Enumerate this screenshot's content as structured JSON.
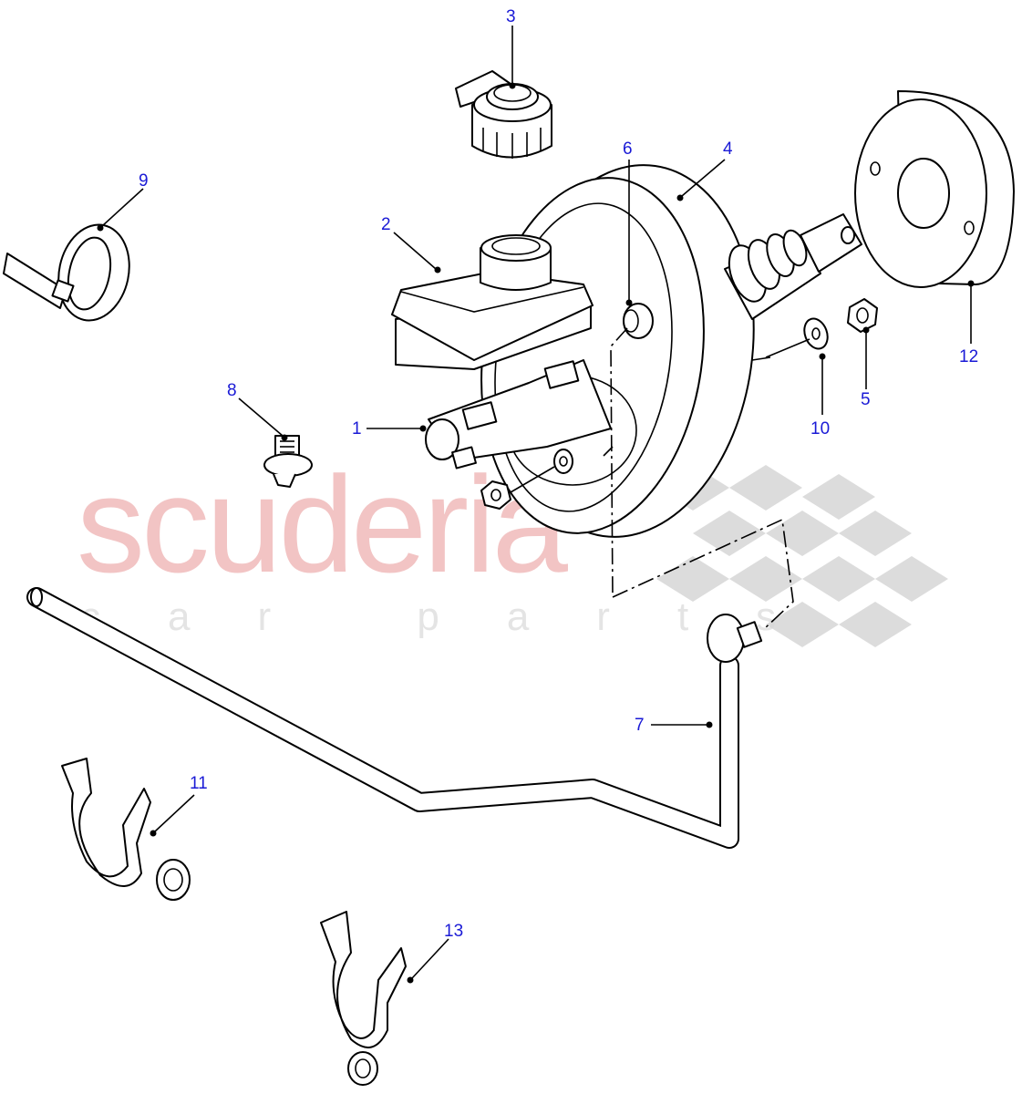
{
  "watermark": {
    "brand": "scuderia",
    "tagline": "car parts"
  },
  "callouts": [
    {
      "id": "1",
      "label": "1"
    },
    {
      "id": "2",
      "label": "2"
    },
    {
      "id": "3",
      "label": "3"
    },
    {
      "id": "4",
      "label": "4"
    },
    {
      "id": "5",
      "label": "5"
    },
    {
      "id": "6",
      "label": "6"
    },
    {
      "id": "7",
      "label": "7"
    },
    {
      "id": "8",
      "label": "8"
    },
    {
      "id": "9",
      "label": "9"
    },
    {
      "id": "10",
      "label": "10"
    },
    {
      "id": "11",
      "label": "11"
    },
    {
      "id": "12",
      "label": "12"
    },
    {
      "id": "13",
      "label": "13"
    }
  ],
  "colors": {
    "callout_text": "#1a1ad6",
    "watermark_red": "#f2c4c4",
    "watermark_grey": "#e4e4e4",
    "checker": "#d6d6d6",
    "line": "#000000"
  }
}
